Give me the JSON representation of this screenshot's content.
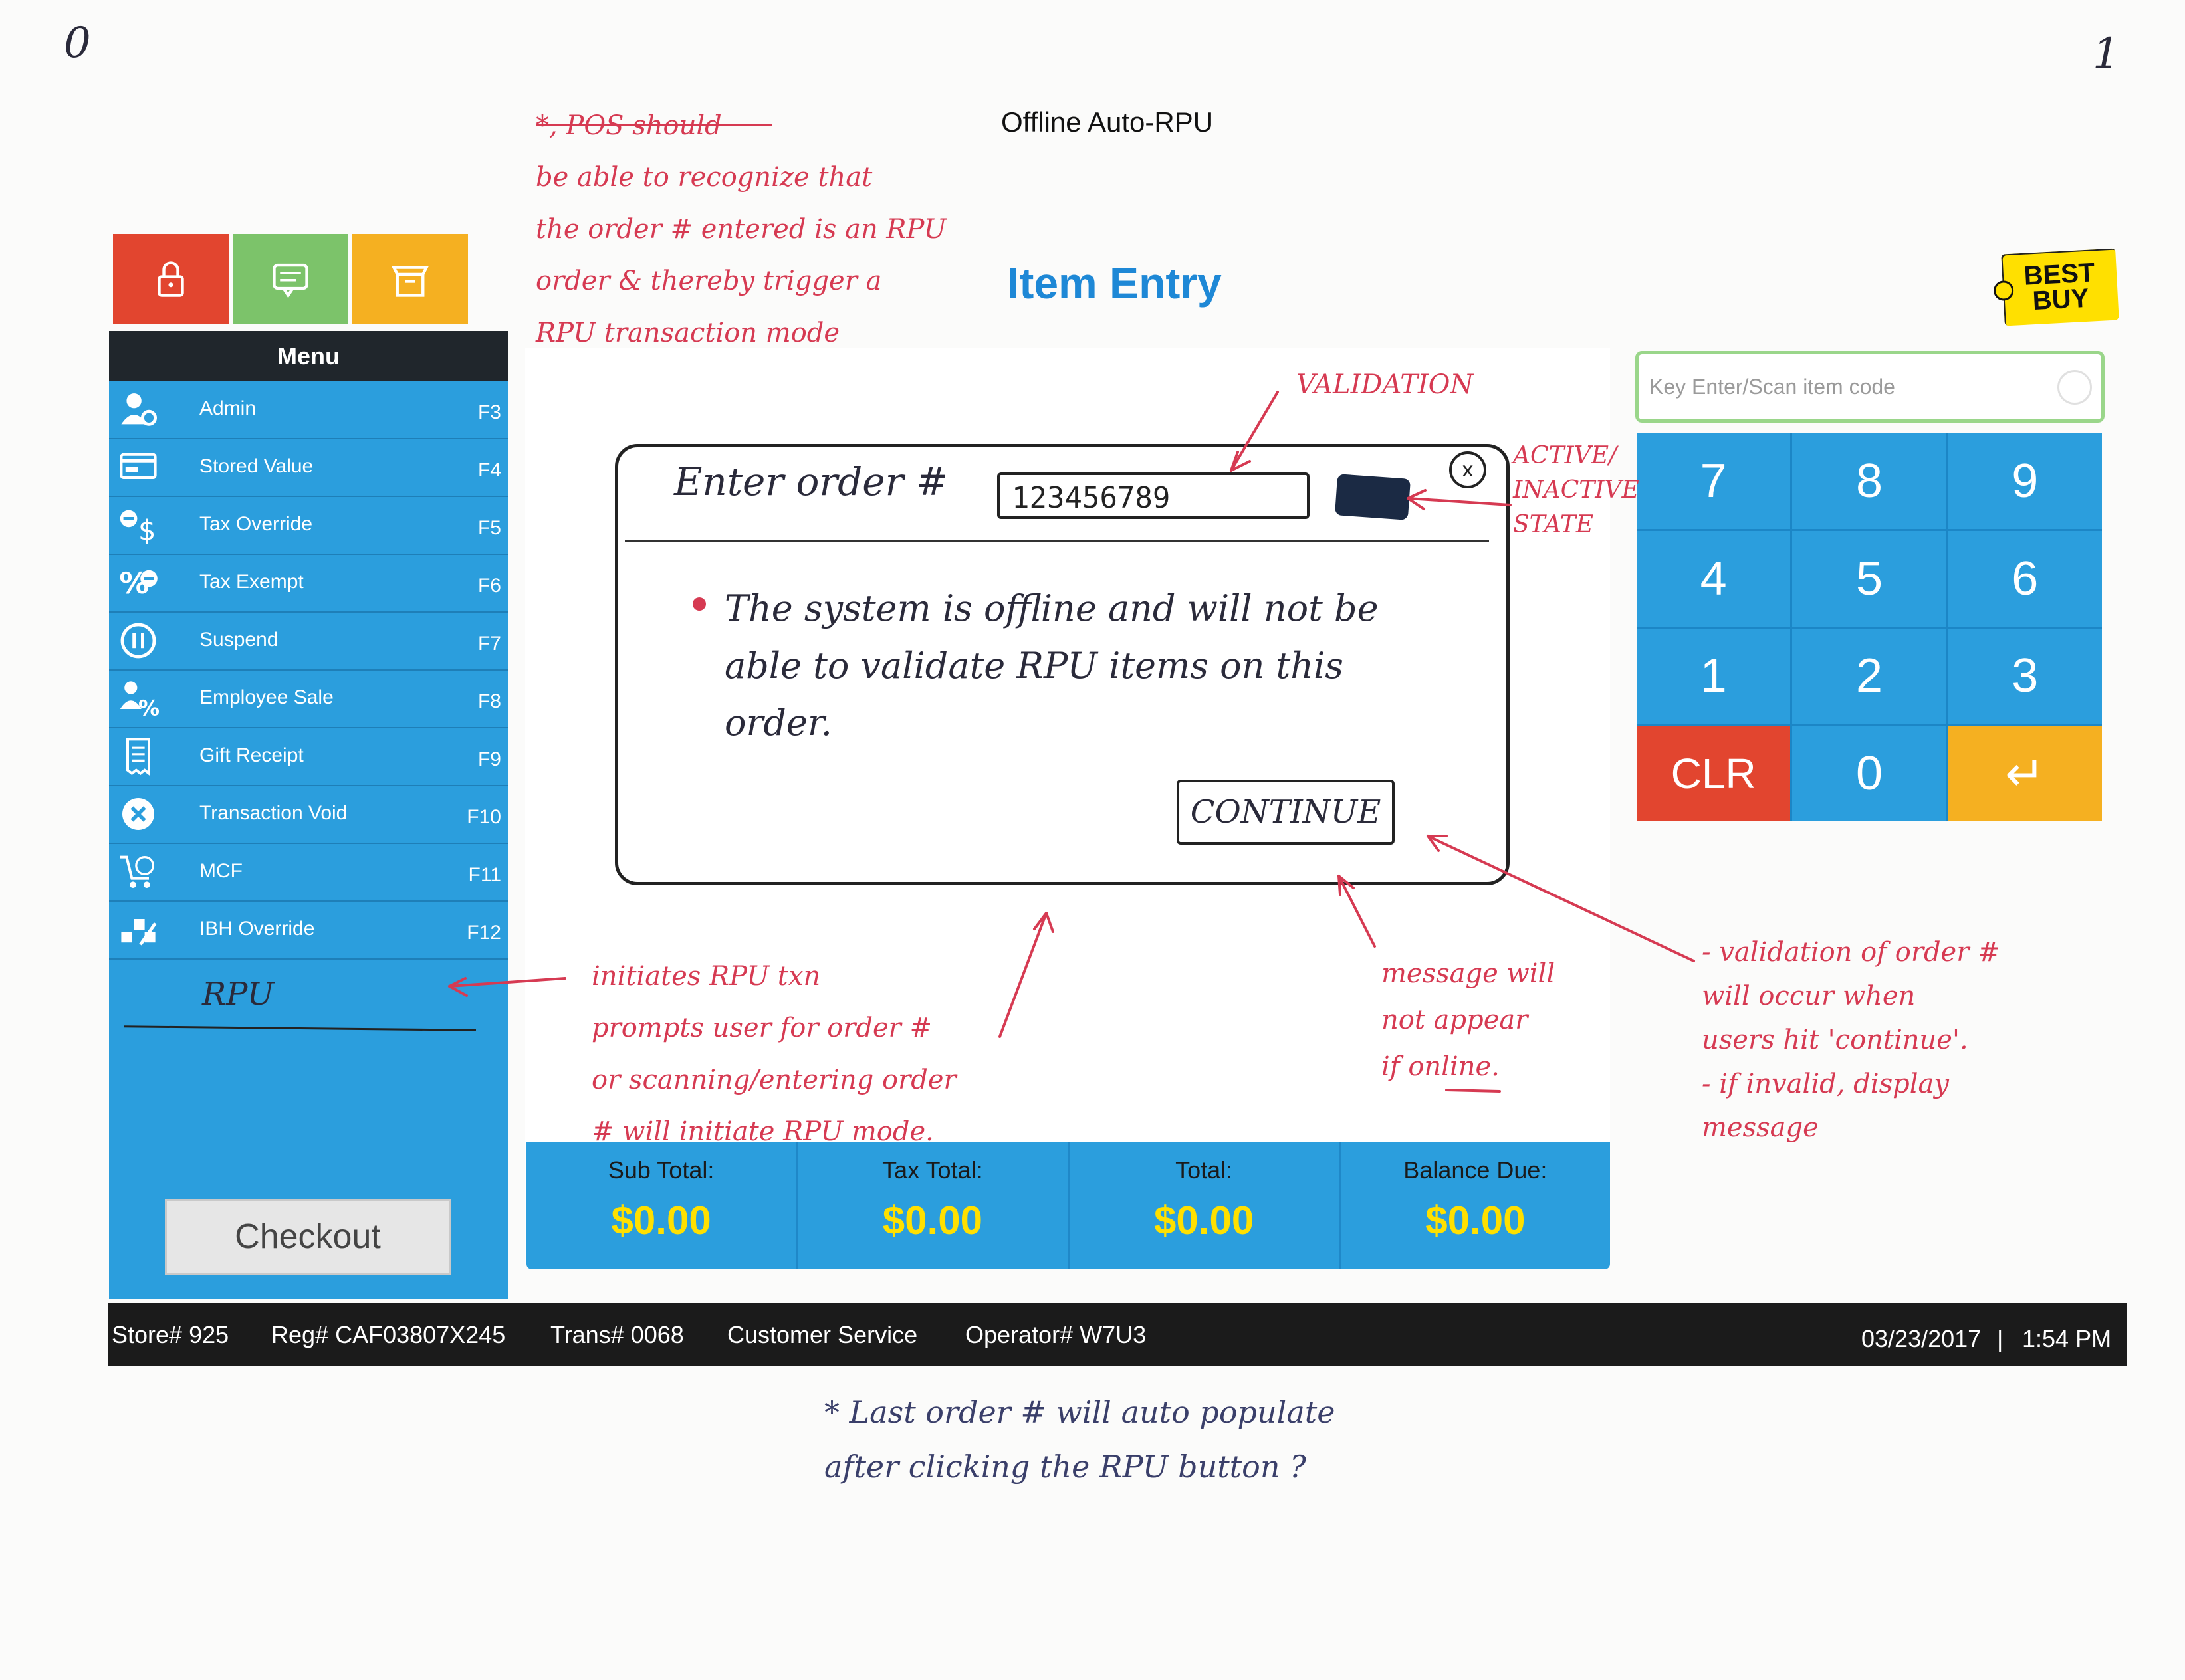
{
  "doc_title": "Offline Auto-RPU",
  "corner_left": "0",
  "corner_right": "1",
  "header": {
    "title": "Item Entry",
    "logo_line1": "BEST",
    "logo_line2": "BUY",
    "tiles": [
      {
        "name": "lock",
        "color": "#e2452f"
      },
      {
        "name": "message",
        "color": "#7cc36a"
      },
      {
        "name": "box",
        "color": "#f5b021"
      }
    ]
  },
  "sidebar": {
    "menu_title": "Menu",
    "items": [
      {
        "label": "Admin",
        "key": "F3",
        "icon": "admin-gear-icon"
      },
      {
        "label": "Stored Value",
        "key": "F4",
        "icon": "card-icon"
      },
      {
        "label": "Tax Override",
        "key": "F5",
        "icon": "tax-override-icon"
      },
      {
        "label": "Tax Exempt",
        "key": "F6",
        "icon": "percent-minus-icon"
      },
      {
        "label": "Suspend",
        "key": "F7",
        "icon": "pause-icon"
      },
      {
        "label": "Employee Sale",
        "key": "F8",
        "icon": "employee-percent-icon"
      },
      {
        "label": "Gift Receipt",
        "key": "F9",
        "icon": "receipt-icon"
      },
      {
        "label": "Transaction Void",
        "key": "F10",
        "icon": "void-x-icon"
      },
      {
        "label": "MCF",
        "key": "F11",
        "icon": "cart-globe-icon"
      },
      {
        "label": "IBH Override",
        "key": "F12",
        "icon": "ibh-override-icon"
      }
    ],
    "rpu_label": "RPU",
    "checkout_label": "Checkout"
  },
  "dialog": {
    "label": "Enter order #",
    "order_value": "123456789",
    "close_label": "x",
    "message": "The system is offline and will not be able to validate RPU items on this order.",
    "continue_label": "CONTINUE"
  },
  "totals": [
    {
      "label": "Sub Total:",
      "value": "$0.00"
    },
    {
      "label": "Tax Total:",
      "value": "$0.00"
    },
    {
      "label": "Total:",
      "value": "$0.00"
    },
    {
      "label": "Balance Due:",
      "value": "$0.00"
    }
  ],
  "scan": {
    "placeholder": "Key Enter/Scan item code"
  },
  "keypad": [
    "7",
    "8",
    "9",
    "4",
    "5",
    "6",
    "1",
    "2",
    "3",
    "CLR",
    "0",
    "↵"
  ],
  "status": {
    "store": "Store# 925",
    "reg": "Reg# CAF03807X245",
    "trans": "Trans# 0068",
    "dept": "Customer Service",
    "operator": "Operator# W7U3",
    "date": "03/23/2017",
    "sep": "|",
    "time": "1:54 PM"
  },
  "annotations": {
    "top_note": [
      "*, POS should",
      "be able to recognize that",
      "the order # entered is an RPU",
      "order & thereby trigger a",
      "RPU transaction mode"
    ],
    "validation": "VALIDATION",
    "active_state": [
      "ACTIVE/",
      "INACTIVE",
      "STATE"
    ],
    "initiates": [
      "initiates RPU txn",
      "prompts user for order #",
      "or scanning/entering order",
      "# will initiate RPU mode."
    ],
    "message_note": [
      "message will",
      "not appear",
      "if online."
    ],
    "validation_note": [
      "- validation of order #",
      "will occur when",
      "users hit 'continue'.",
      "- if invalid, display",
      "message"
    ],
    "bottom_note": [
      "* Last order # will auto populate",
      "after clicking the RPU button ?"
    ]
  }
}
